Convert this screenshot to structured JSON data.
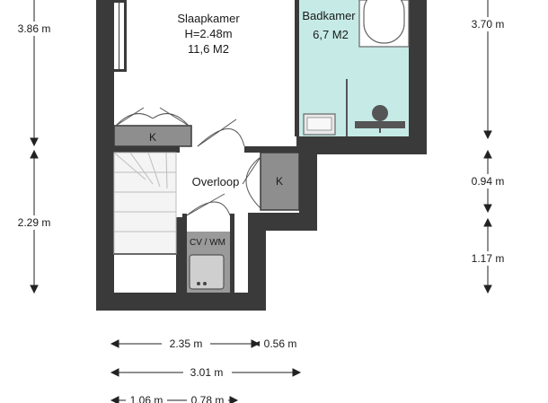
{
  "rooms": {
    "slaapkamer": {
      "name": "Slaapkamer",
      "height": "H=2.48m",
      "area": "11,6 M2"
    },
    "badkamer": {
      "name": "Badkamer",
      "area": "6,7 M2"
    },
    "overloop": {
      "name": "Overloop"
    },
    "cv": {
      "name": "CV / WM"
    },
    "kast_left": {
      "name": "K"
    },
    "kast_right": {
      "name": "K"
    }
  },
  "dimensions": {
    "left_top": "3.86 m",
    "left_bottom": "2.29 m",
    "right_top": "3.70 m",
    "right_mid": "0.94 m",
    "right_bottom": "1.17 m",
    "bottom_row1_a": "2.35 m",
    "bottom_row1_b": "0.56 m",
    "bottom_row2": "3.01 m",
    "bottom_row3_a": "1.06 m",
    "bottom_row3_b": "0.78 m"
  },
  "colors": {
    "wall": "#3a3a3a",
    "bathroom_fill": "#c6ebe7",
    "closet_fill": "#8e8e8e",
    "cv_fill": "#9a9a9a"
  }
}
